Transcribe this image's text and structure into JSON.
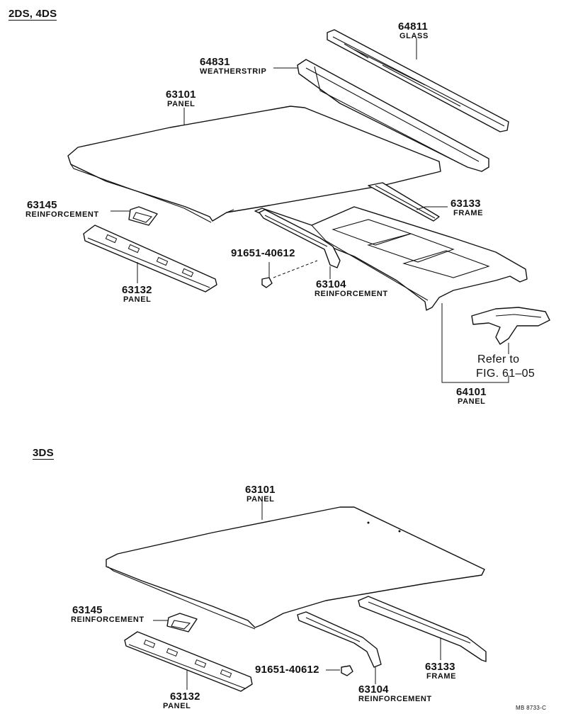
{
  "sections": [
    {
      "title": "2DS, 4DS"
    },
    {
      "title": "3DS"
    }
  ],
  "upper_labels": {
    "glass": {
      "number": "64811",
      "name": "GLASS"
    },
    "weatherstrip": {
      "number": "64831",
      "name": "WEATHERSTRIP"
    },
    "panel": {
      "number": "63101",
      "name": "PANEL"
    },
    "reinf_small": {
      "number": "63145",
      "name": "REINFORCEMENT"
    },
    "frame": {
      "number": "63133",
      "name": "FRAME"
    },
    "bolt": {
      "number": "91651-40612"
    },
    "reinf": {
      "number": "63104",
      "name": "REINFORCEMENT"
    },
    "front_panel": {
      "number": "63132",
      "name": "PANEL"
    },
    "refer": {
      "line1": "Refer to",
      "line2": "FIG. 61–05"
    },
    "sunroof_panel": {
      "number": "64101",
      "name": "PANEL"
    }
  },
  "lower_labels": {
    "panel": {
      "number": "63101",
      "name": "PANEL"
    },
    "reinf_small": {
      "number": "63145",
      "name": "REINFORCEMENT"
    },
    "bolt": {
      "number": "91651-40612"
    },
    "front_panel": {
      "number": "63132",
      "name": "PANEL"
    },
    "reinf": {
      "number": "63104",
      "name": "REINFORCEMENT"
    },
    "frame": {
      "number": "63133",
      "name": "FRAME"
    }
  },
  "figure_code": "MB 8733-C"
}
